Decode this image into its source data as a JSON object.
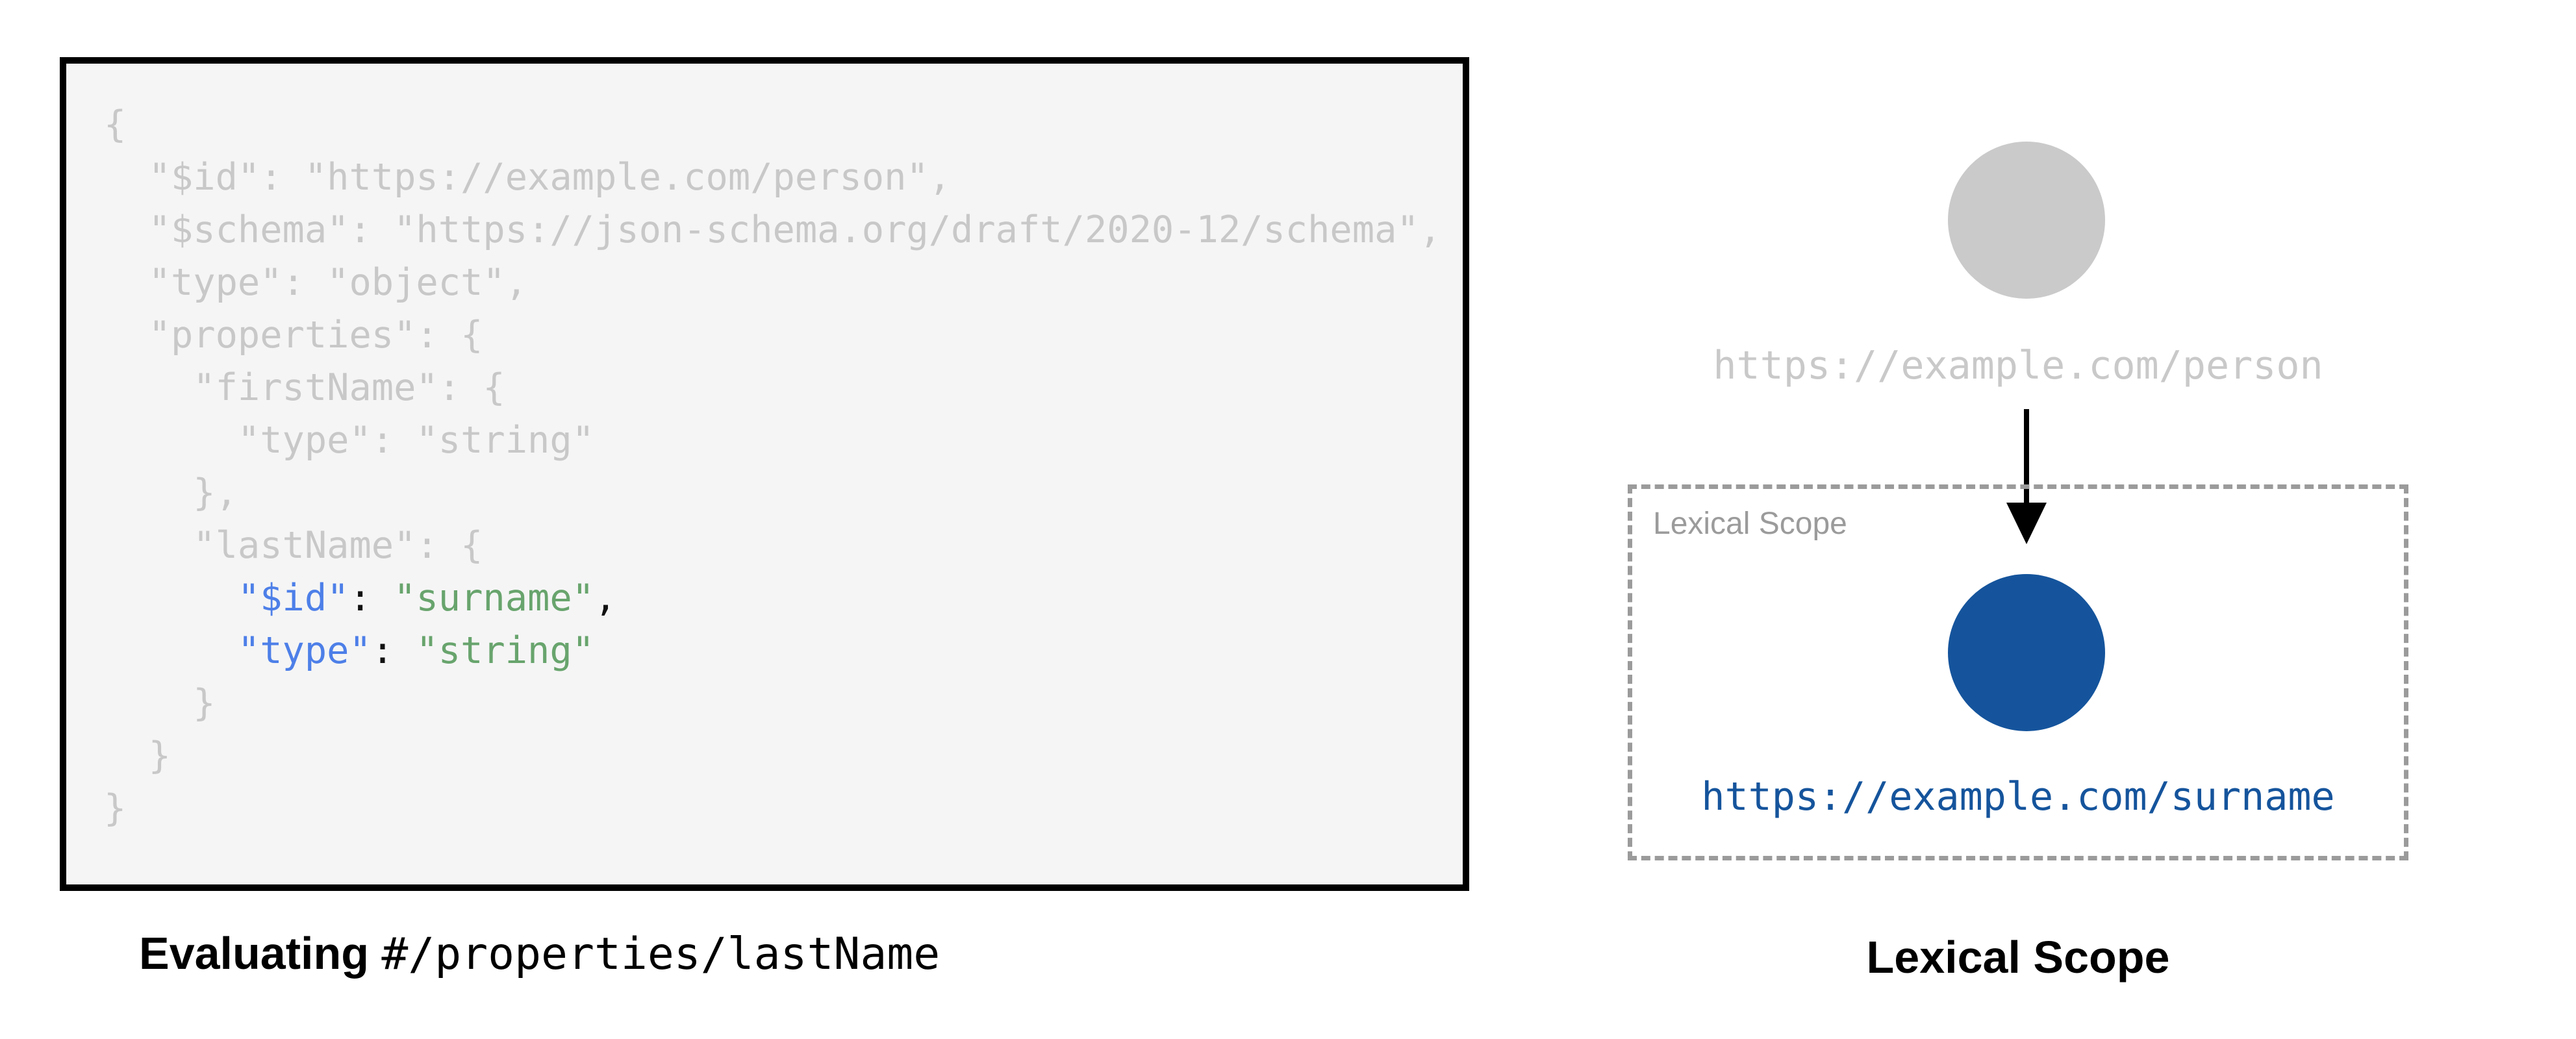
{
  "code_block": {
    "lines_top": [
      "{",
      "  \"$id\": \"https://example.com/person\",",
      "  \"$schema\": \"https://json-schema.org/draft/2020-12/schema\",",
      "  \"type\": \"object\",",
      "  \"properties\": {",
      "    \"firstName\": {",
      "      \"type\": \"string\"",
      "    },",
      "    \"lastName\": {"
    ],
    "highlighted": {
      "indent": "      ",
      "id_key": "\"$id\"",
      "colon_space": ": ",
      "id_value": "\"surname\"",
      "comma": ",",
      "type_key": "\"type\"",
      "type_value": "\"string\""
    },
    "lines_bottom": [
      "    }",
      "  }",
      "}"
    ]
  },
  "captions": {
    "left_bold": "Evaluating",
    "left_mono": "#/properties/lastName",
    "right_bold": "Lexical Scope"
  },
  "diagram": {
    "person_uri": "https://example.com/person",
    "surname_uri": "https://example.com/surname",
    "scope_label": "Lexical Scope"
  },
  "colors": {
    "code_muted_gray": "#c8c8c8",
    "key_blue": "#4d7fe8",
    "value_green": "#68a46d",
    "punct_black": "#111111",
    "node_gray": "#cacaca",
    "node_blue": "#15549c",
    "dash_gray": "#9b9b9b",
    "panel_bg": "#f5f5f5",
    "panel_border": "#000000"
  }
}
